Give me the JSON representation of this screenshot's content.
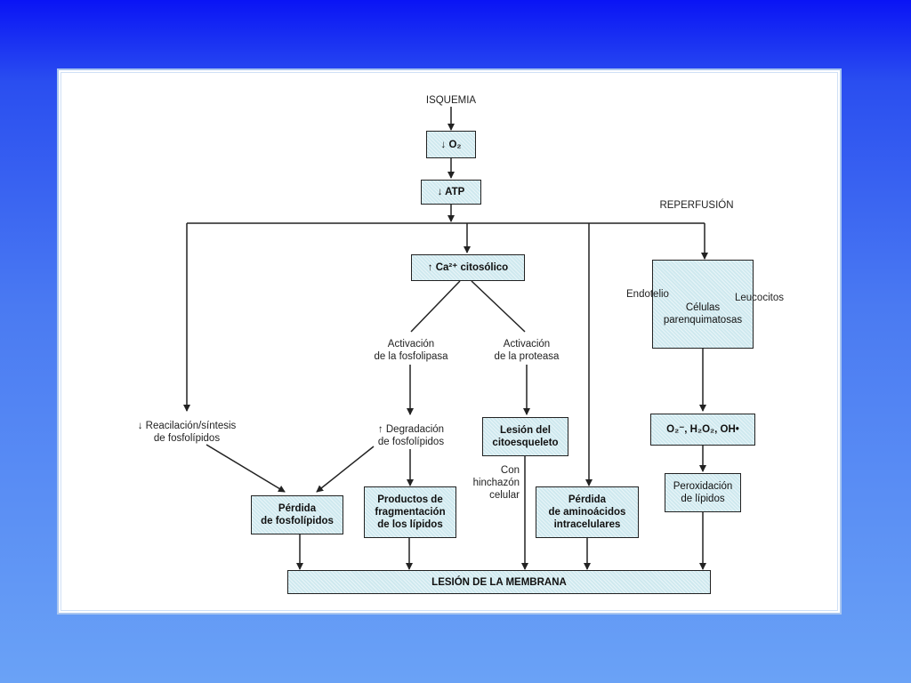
{
  "nodes": {
    "o2": "↓ O₂",
    "atp": "↓ ATP",
    "calcium": "↑ Ca²⁺ citosólico",
    "cells": "Células\nparenquimatosas",
    "endothelium": "Endotelio",
    "leukocytes": "Leucocitos",
    "cytoskeleton": "Lesión del\ncitoesqueleto",
    "radicals": "O₂⁻, H₂O₂, OH•",
    "peroxidation": "Peroxidación\nde lípidos",
    "phospholipid_loss": "Pérdida\nde fosfolípidos",
    "lipid_fragments": "Productos de\nfragmentación\nde los lípidos",
    "amino_loss": "Pérdida\nde aminoácidos\nintracelulares",
    "membrane_injury": "LESIÓN DE LA MEMBRANA"
  },
  "labels": {
    "ischemia": "ISQUEMIA",
    "reperfusion": "REPERFUSIÓN",
    "phospholipase": "Activación\nde la fosfolipasa",
    "protease": "Activación\nde la proteasa",
    "reacylation": "↓ Reacilación/síntesis\nde fosfolípidos",
    "degradation": "↑ Degradación\nde fosfolípidos",
    "swelling": "Con\nhinchazón\ncelular"
  }
}
